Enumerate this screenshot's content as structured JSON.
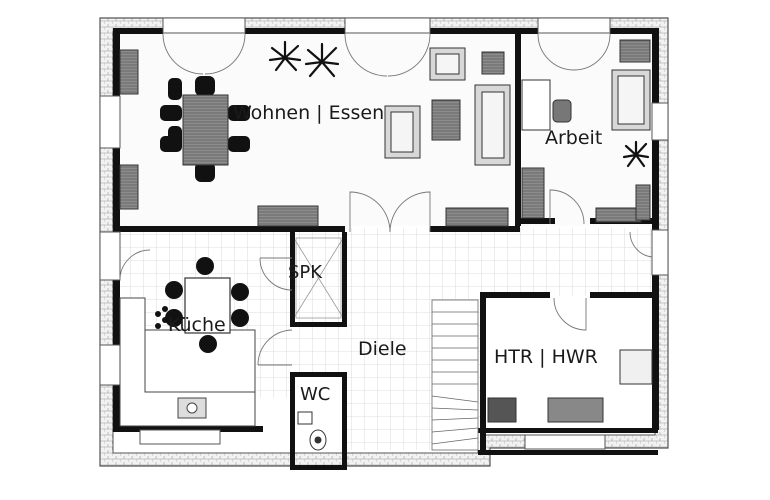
{
  "rooms": {
    "wohnen_essen": "Wohnen | Essen",
    "arbeit": "Arbeit",
    "spk": "SPK",
    "kueche": "Küche",
    "diele": "Diele",
    "htr_hwr": "HTR | HWR",
    "wc": "WC"
  }
}
